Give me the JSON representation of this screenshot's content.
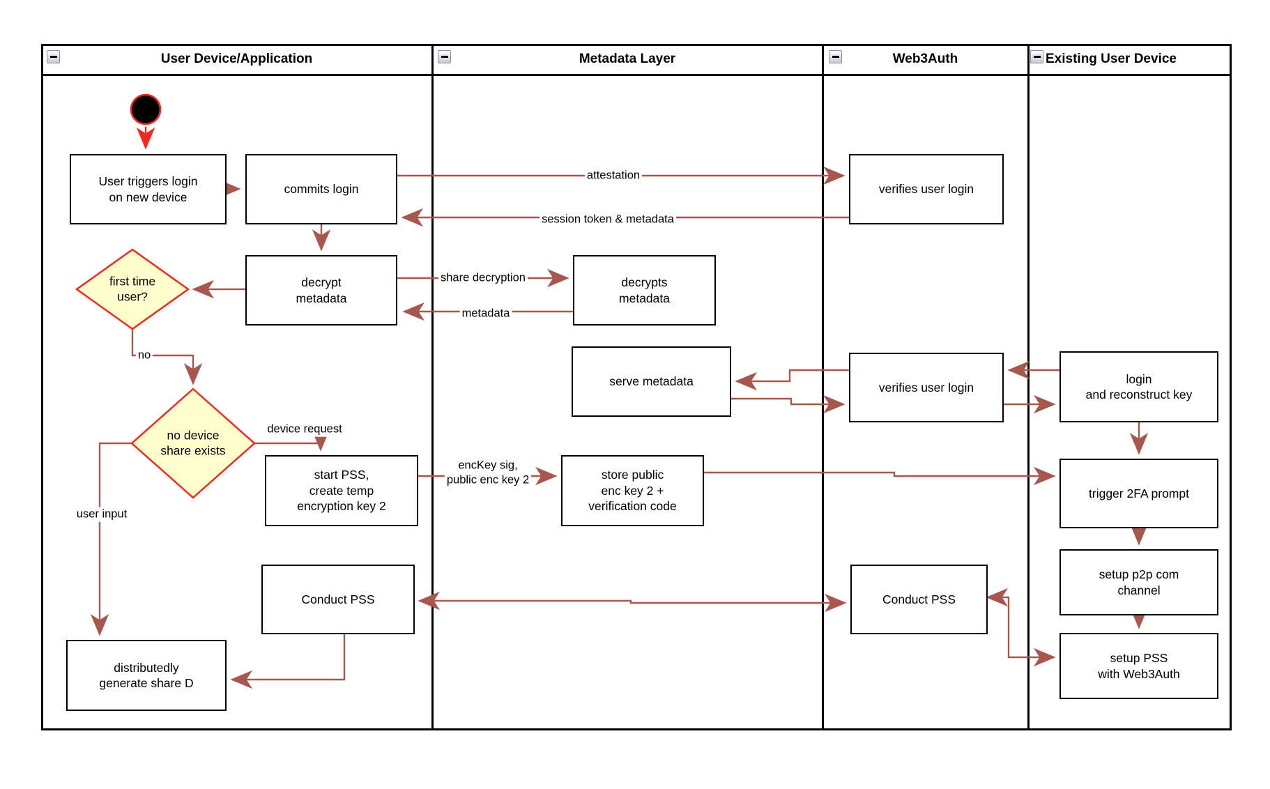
{
  "diagram": {
    "type": "swimlane-flowchart",
    "colors": {
      "connector": "#A8574F",
      "highlight_red": "#F3291F",
      "decision_fill": "#FFFFCE",
      "box_border": "#000000",
      "box_fill": "#FFFFFF"
    },
    "lanes": [
      {
        "title": "User Device/Application"
      },
      {
        "title": "Metadata Layer"
      },
      {
        "title": "Web3Auth"
      },
      {
        "title": "Existing User Device"
      }
    ],
    "nodes": {
      "start": {
        "type": "initial-state"
      },
      "user_triggers": {
        "label": "User triggers login\non new device"
      },
      "commits_login": {
        "label": "commits login"
      },
      "decrypt_metadata": {
        "label": "decrypt\nmetadata"
      },
      "first_time": {
        "label": "first time\nuser?",
        "shape": "decision"
      },
      "no_device": {
        "label": "no device\nshare exists",
        "shape": "decision"
      },
      "start_pss": {
        "label": "start PSS,\ncreate temp\nencryption key 2"
      },
      "conduct_pss_user": {
        "label": "Conduct PSS"
      },
      "distributedly": {
        "label": "distributedly\ngenerate share D"
      },
      "decrypts_metadata": {
        "label": "decrypts\nmetadata"
      },
      "serve_metadata": {
        "label": "serve metadata"
      },
      "store_public": {
        "label": "store public\nenc key 2 +\nverification code"
      },
      "verifies_login_1": {
        "label": "verifies user login"
      },
      "verifies_login_2": {
        "label": "verifies user login"
      },
      "conduct_pss_web3": {
        "label": "Conduct PSS"
      },
      "login_reconstruct": {
        "label": "login\nand reconstruct key"
      },
      "trigger_2fa": {
        "label": "trigger 2FA prompt"
      },
      "setup_p2p": {
        "label": "setup p2p com\nchannel"
      },
      "setup_pss": {
        "label": "setup PSS\nwith Web3Auth"
      }
    },
    "edge_labels": {
      "attestation": "attestation",
      "session_token": "session token & metadata",
      "share_decryption": "share decryption",
      "metadata": "metadata",
      "no": "no",
      "device_request": "device request",
      "user_input": "user input",
      "enckey": "encKey sig,\npublic enc key 2"
    }
  }
}
